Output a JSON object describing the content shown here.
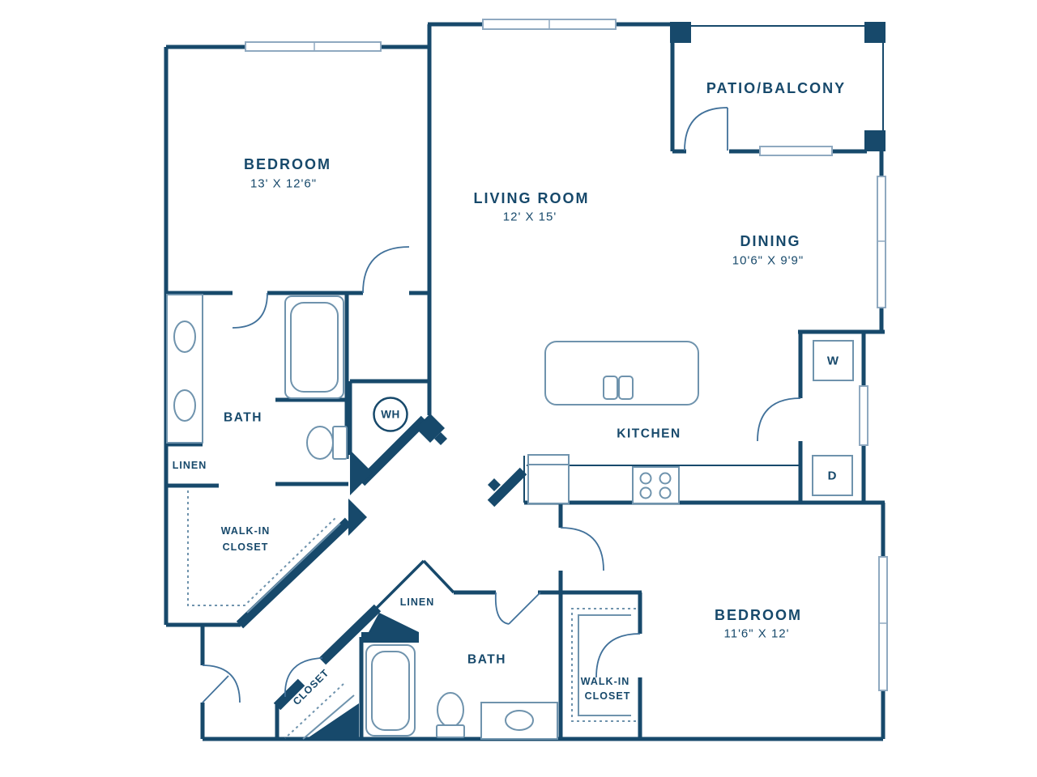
{
  "colors": {
    "wall": "#17496b",
    "fixture": "#6f93ad",
    "background": "#ffffff"
  },
  "rooms": {
    "bedroom1": {
      "name": "BEDROOM",
      "dims": "13' X 12'6\""
    },
    "living": {
      "name": "LIVING ROOM",
      "dims": "12' X 15'"
    },
    "patio": {
      "name": "PATIO/BALCONY"
    },
    "dining": {
      "name": "DINING",
      "dims": "10'6\" X 9'9\""
    },
    "kitchen": {
      "name": "KITCHEN"
    },
    "bath1": {
      "name": "BATH"
    },
    "bath2": {
      "name": "BATH"
    },
    "linen1": {
      "name": "LINEN"
    },
    "linen2": {
      "name": "LINEN"
    },
    "closet": {
      "name": "CLOSET"
    },
    "walkin1": {
      "line1": "WALK-IN",
      "line2": "CLOSET"
    },
    "walkin2": {
      "line1": "WALK-IN",
      "line2": "CLOSET"
    },
    "bedroom2": {
      "name": "BEDROOM",
      "dims": "11'6\" X 12'"
    }
  },
  "appliances": {
    "washer": "W",
    "dryer": "D",
    "water_heater": "WH"
  }
}
